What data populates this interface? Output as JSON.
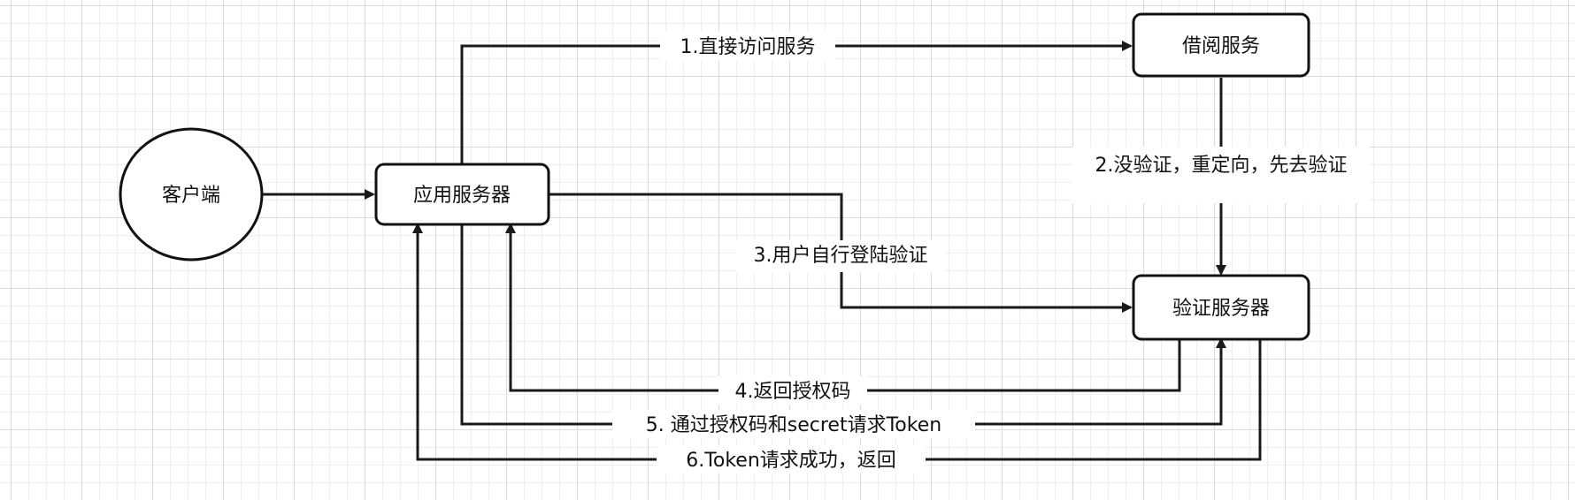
{
  "nodes": {
    "client": "客户端",
    "app_server": "应用服务器",
    "borrow_service": "借阅服务",
    "auth_server": "验证服务器"
  },
  "edges": {
    "e1": "1.直接访问服务",
    "e2": "2.没验证，重定向，先去验证",
    "e3": "3.用户自行登陆验证",
    "e4": "4.返回授权码",
    "e5": "5. 通过授权码和secret请求Token",
    "e6": "6.Token请求成功，返回"
  },
  "colors": {
    "line": "#1a1a1a",
    "box_border": "#111111",
    "grid_major": "#d9d9d9",
    "grid_minor": "#efefef"
  }
}
